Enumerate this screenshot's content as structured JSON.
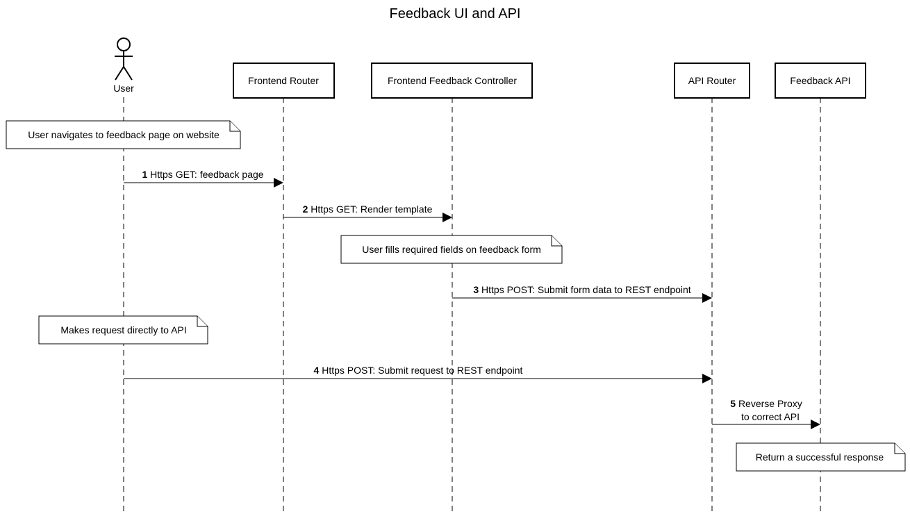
{
  "title": "Feedback UI and API",
  "participants": [
    {
      "id": "user",
      "label": "User",
      "kind": "actor"
    },
    {
      "id": "frontend_router",
      "label": "Frontend Router",
      "kind": "box"
    },
    {
      "id": "feedback_controller",
      "label": "Frontend Feedback Controller",
      "kind": "box"
    },
    {
      "id": "api_router",
      "label": "API Router",
      "kind": "box"
    },
    {
      "id": "feedback_api",
      "label": "Feedback API",
      "kind": "box"
    }
  ],
  "notes": [
    {
      "text": "User navigates to feedback page on website"
    },
    {
      "text": "User fills required fields on feedback form"
    },
    {
      "text": "Makes request directly to API"
    },
    {
      "text": "Return a successful response"
    }
  ],
  "messages": [
    {
      "number": "1",
      "text": "Https GET: feedback page",
      "from": "user",
      "to": "frontend_router"
    },
    {
      "number": "2",
      "text": "Https GET: Render template",
      "from": "frontend_router",
      "to": "feedback_controller"
    },
    {
      "number": "3",
      "text": "Https POST: Submit form data to REST endpoint",
      "from": "feedback_controller",
      "to": "api_router"
    },
    {
      "number": "4",
      "text": "Https POST: Submit request to REST endpoint",
      "from": "user",
      "to": "api_router"
    },
    {
      "number": "5",
      "text": "Reverse Proxy",
      "text2": "to correct API",
      "from": "api_router",
      "to": "feedback_api"
    }
  ]
}
